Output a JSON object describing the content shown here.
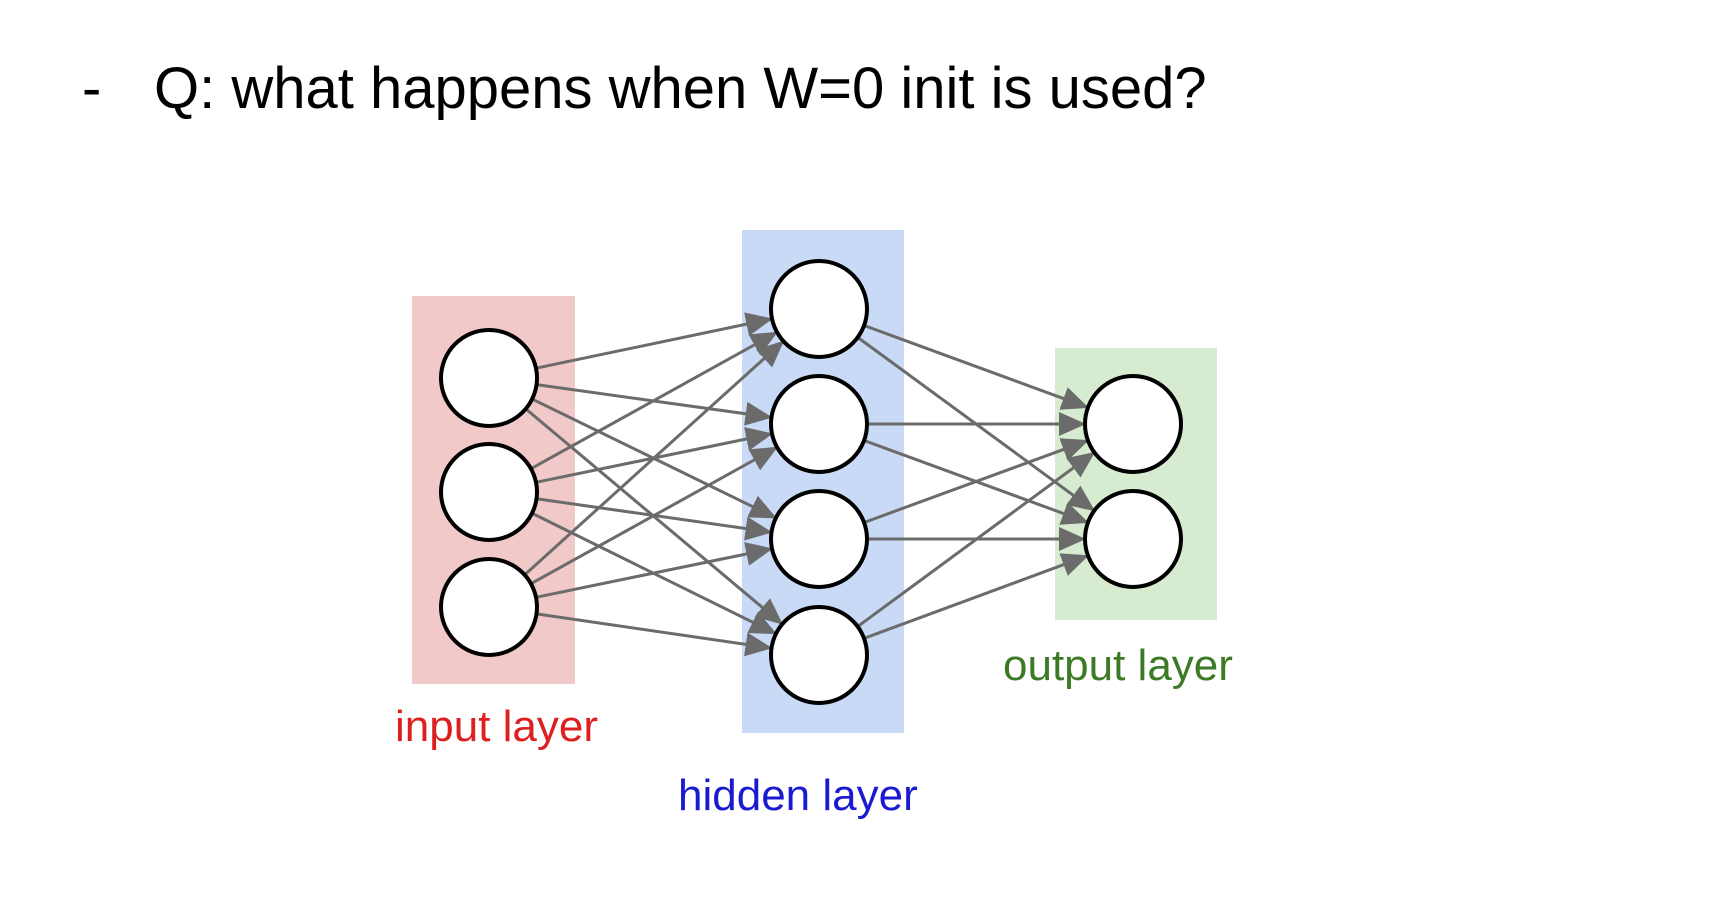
{
  "slide": {
    "bullet": "-",
    "question": "Q: what happens when W=0 init is used?"
  },
  "diagram": {
    "layers": [
      {
        "id": "input",
        "label": "input layer",
        "neurons": 3,
        "label_color": "#dd1f1f",
        "band_color": "#f2c9c9"
      },
      {
        "id": "hidden",
        "label": "hidden layer",
        "neurons": 4,
        "label_color": "#1a1ad0",
        "band_color": "#c9daf7"
      },
      {
        "id": "output",
        "label": "output layer",
        "neurons": 2,
        "label_color": "#3d7a25",
        "band_color": "#d6ebcf"
      }
    ],
    "connection": "fully-connected",
    "edge_color": "#6b6b6b"
  }
}
